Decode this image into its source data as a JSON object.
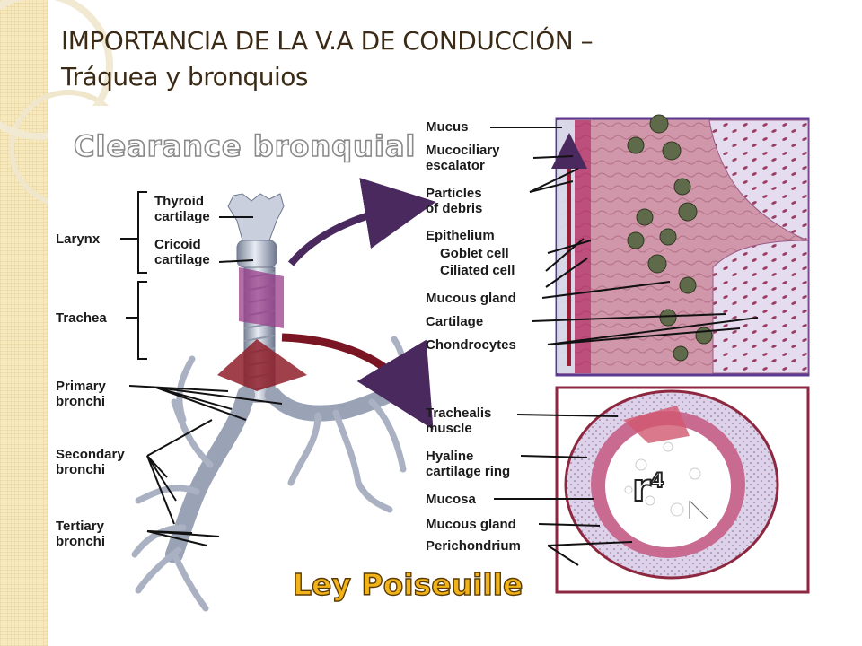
{
  "slide": {
    "title_line1": "IMPORTANCIA DE LA V.A DE CONDUCCIÓN –",
    "title_line2": "Tráquea y bronquios"
  },
  "overlay": {
    "clearance": "Clearance bronquial",
    "ley": "Ley Poiseuille",
    "r": "r",
    "exponent": "4"
  },
  "airway_labels": {
    "larynx": "Larynx",
    "thyroid": "Thyroid\ncartilage",
    "cricoid": "Cricoid\ncartilage",
    "trachea": "Trachea",
    "primary": "Primary\nbronchi",
    "secondary": "Secondary\nbronchi",
    "tertiary": "Tertiary\nbronchi"
  },
  "wall_labels": {
    "mucus": "Mucus",
    "escalator": "Mucociliary\nescalator",
    "particles": "Particles\nof debris",
    "epithelium": "Epithelium",
    "goblet": "Goblet cell",
    "ciliated": "Ciliated cell",
    "mucous_gland": "Mucous gland",
    "cartilage": "Cartilage",
    "chondrocytes": "Chondrocytes"
  },
  "section_labels": {
    "trachealis": "Trachealis\nmuscle",
    "hyaline": "Hyaline\ncartilage ring",
    "mucosa": "Mucosa",
    "mucous_gland": "Mucous gland",
    "perichondrium": "Perichondrium"
  },
  "colors": {
    "title": "#3b2a16",
    "cream": "#f6e9bf",
    "ley_fill": "#f2b318",
    "frame": "#6a4a9c",
    "tissue": "#c98aa0"
  }
}
